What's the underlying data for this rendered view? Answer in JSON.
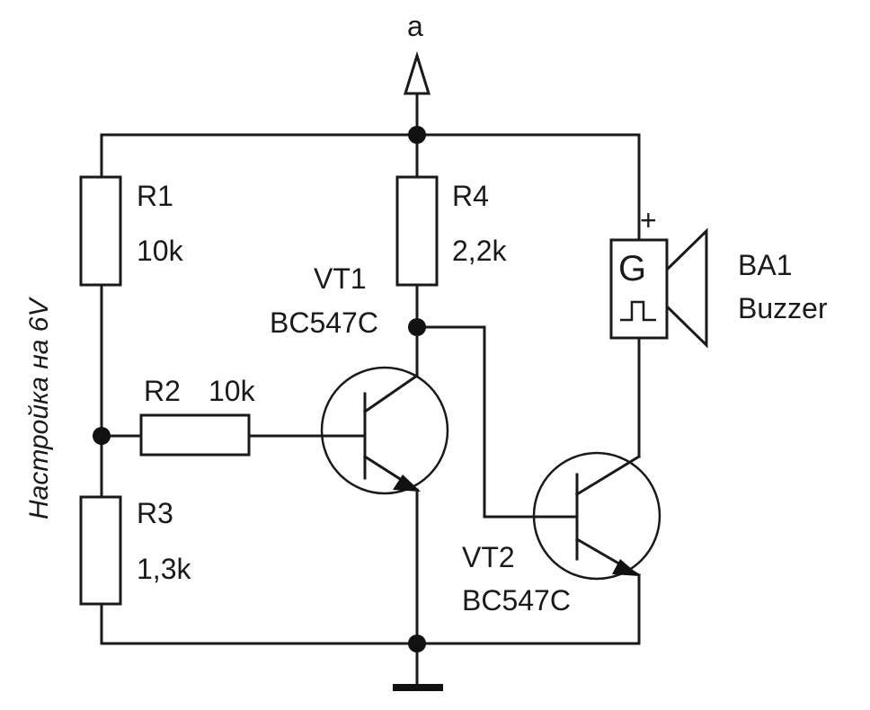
{
  "supply_label": "a",
  "side_note": "Настройка на 6V",
  "r1": {
    "ref": "R1",
    "value": "10k"
  },
  "r2": {
    "ref": "R2",
    "value": "10k"
  },
  "r3": {
    "ref": "R3",
    "value": "1,3k"
  },
  "r4": {
    "ref": "R4",
    "value": "2,2k"
  },
  "vt1": {
    "ref": "VT1",
    "type": "BC547C"
  },
  "vt2": {
    "ref": "VT2",
    "type": "BC547C"
  },
  "ba1": {
    "ref": "BA1",
    "name": "Buzzer",
    "symbol": "G",
    "polarity": "+"
  }
}
